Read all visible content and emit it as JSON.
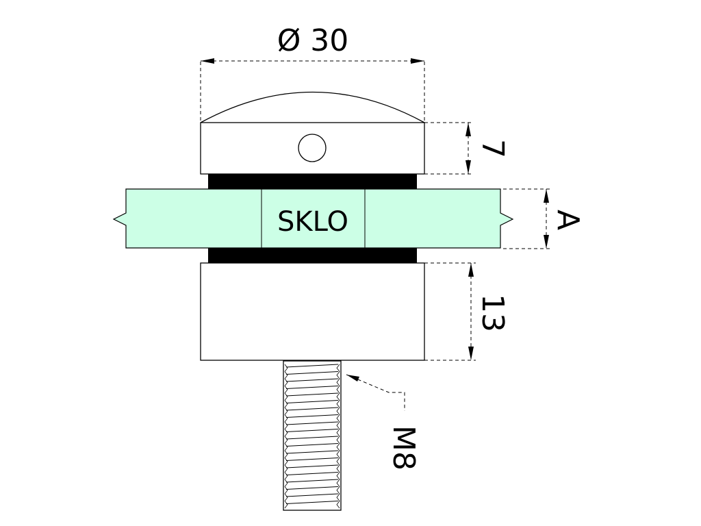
{
  "labels": {
    "diameter": "Ø 30",
    "cap_height": "7",
    "glass_thickness": "A",
    "glass": "SKLO",
    "base_height": "13",
    "thread": "M8"
  },
  "colors": {
    "glass_fill": "#ccffe6",
    "gasket_fill": "#000000",
    "line": "#000000",
    "background": "#ffffff"
  }
}
